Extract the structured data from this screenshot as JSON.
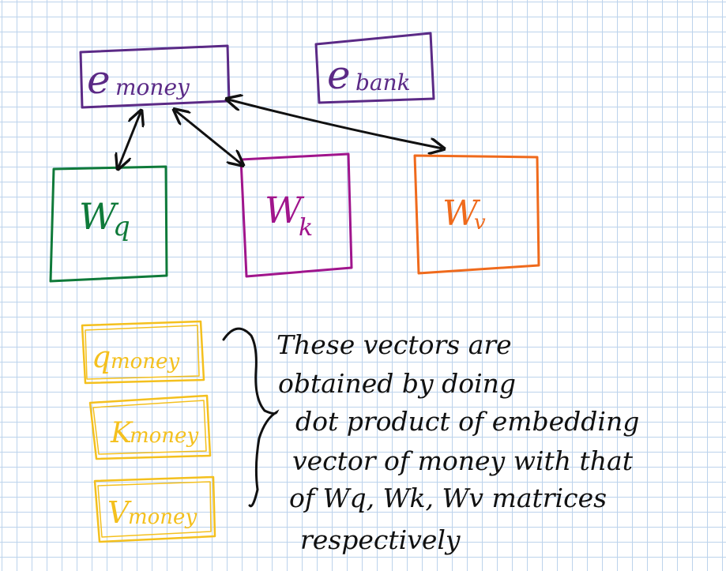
{
  "nodes": {
    "e_money": {
      "main": "e",
      "sub": "money",
      "color": "#5b2a86"
    },
    "e_bank": {
      "main": "e",
      "sub": "bank",
      "color": "#5b2a86"
    },
    "w_q": {
      "main": "W",
      "sub": "q",
      "color": "#0f7a3a"
    },
    "w_k": {
      "main": "W",
      "sub": "k",
      "color": "#a0158c"
    },
    "w_v": {
      "main": "W",
      "sub": "v",
      "color": "#ef6a1c"
    },
    "q_money": {
      "main": "q",
      "sub": "money",
      "color": "#f4c01e"
    },
    "k_money": {
      "main": "K",
      "sub": "money",
      "color": "#f4c01e"
    },
    "v_money": {
      "main": "V",
      "sub": "money",
      "color": "#f4c01e"
    }
  },
  "explanation": {
    "lines": [
      "These vectors are",
      "obtained by doing",
      "dot product of embedding",
      "vector of money with that",
      "of Wq, Wk, Wv matrices",
      "respectively"
    ],
    "color": "#111111"
  }
}
